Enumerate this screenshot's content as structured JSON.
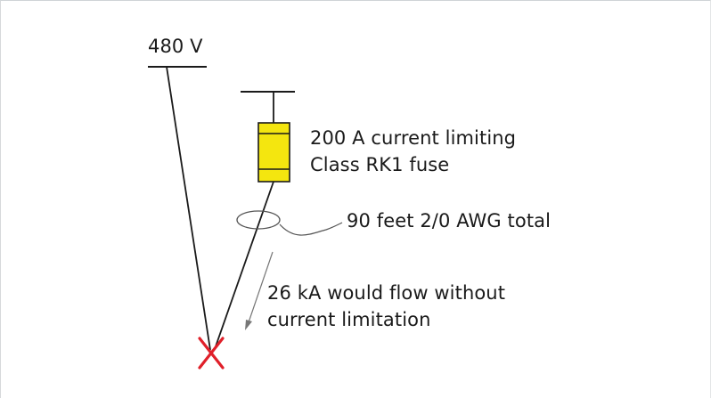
{
  "source": {
    "voltage": "480 V"
  },
  "fuse": {
    "line1": "200 A current limiting",
    "line2": "Class RK1 fuse",
    "body_color": "#f4e60f",
    "outline_color": "#1a1a1a"
  },
  "cable": {
    "label": "90 feet 2/0 AWG total"
  },
  "fault": {
    "line1": "26 kA would flow without",
    "line2": "current limitation",
    "marker_color": "#e0202a"
  },
  "colors": {
    "line": "#1a1a1a",
    "leader": "#555555",
    "arrow": "#777777"
  }
}
